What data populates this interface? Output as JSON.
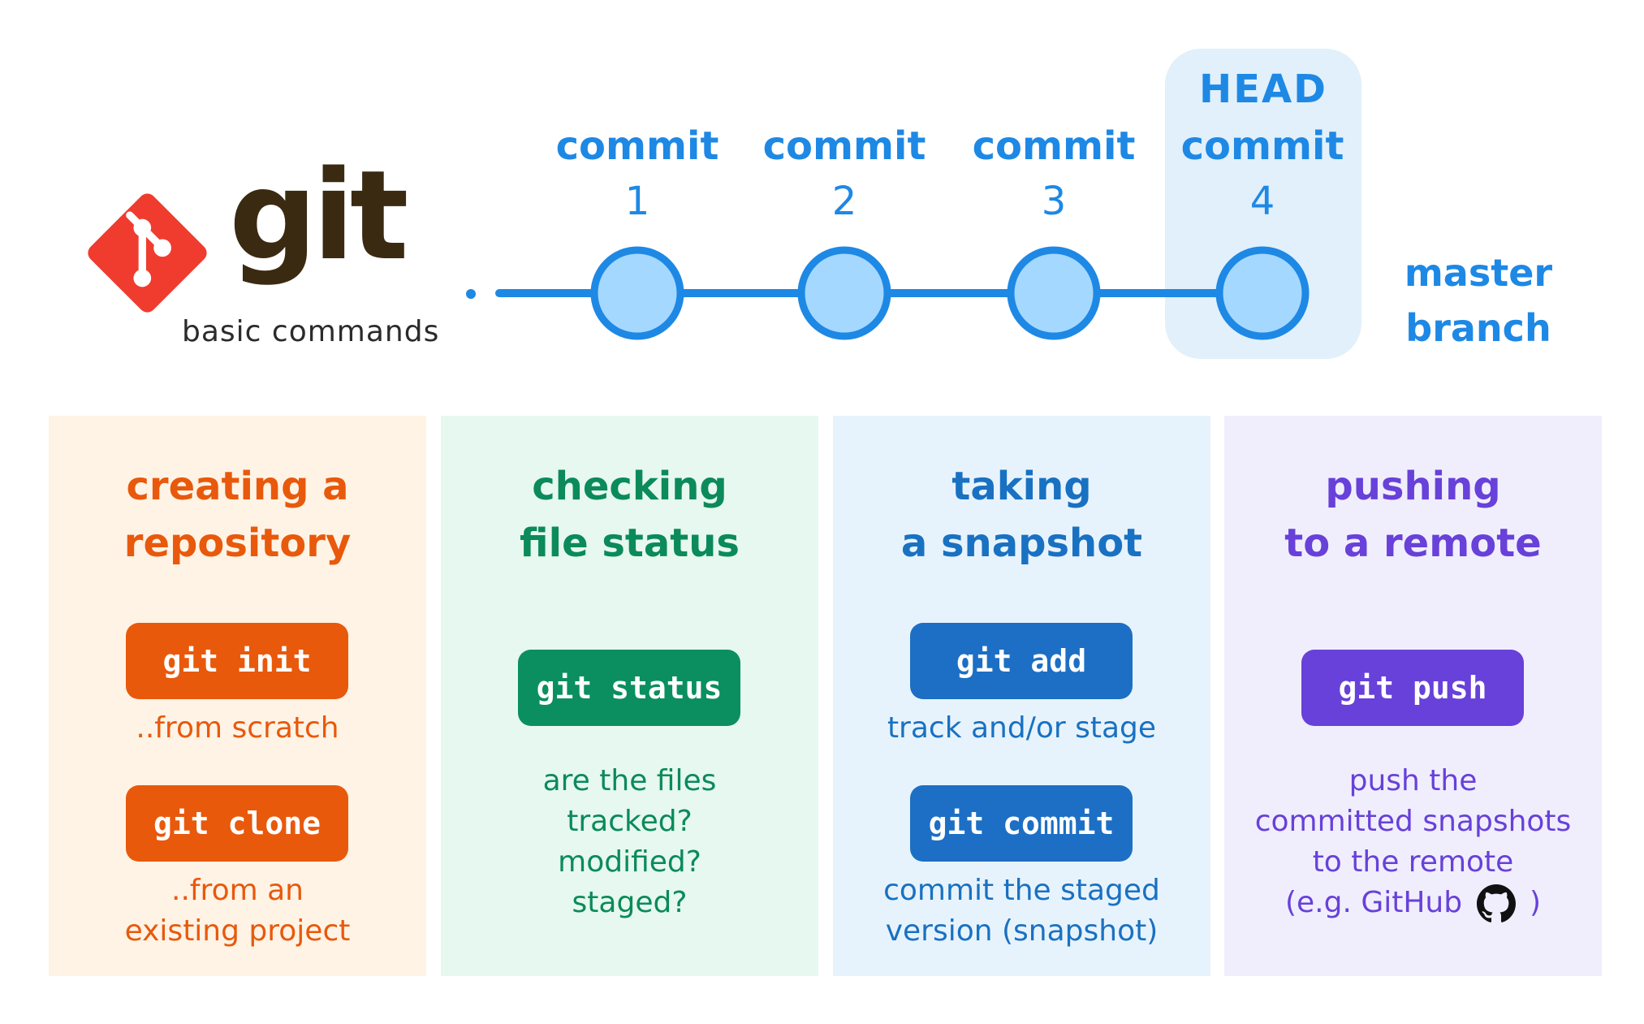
{
  "header": {
    "logo_text": "git",
    "subtitle": "basic commands"
  },
  "timeline": {
    "commits": [
      {
        "label": "commit",
        "number": "1"
      },
      {
        "label": "commit",
        "number": "2"
      },
      {
        "label": "commit",
        "number": "3"
      },
      {
        "label": "commit",
        "number": "4"
      }
    ],
    "head_label": "HEAD",
    "branch_line1": "master",
    "branch_line2": "branch"
  },
  "panels": [
    {
      "title_line1": "creating a",
      "title_line2": "repository",
      "commands": [
        {
          "cmd": "git init",
          "note_lines": [
            "..from scratch"
          ]
        },
        {
          "cmd": "git clone",
          "note_lines": [
            "..from an",
            "existing project"
          ]
        }
      ]
    },
    {
      "title_line1": "checking",
      "title_line2": "file status",
      "commands": [
        {
          "cmd": "git status",
          "note_lines": [
            "are the files",
            "tracked?",
            "modified?",
            "staged?"
          ]
        }
      ]
    },
    {
      "title_line1": "taking",
      "title_line2": "a snapshot",
      "commands": [
        {
          "cmd": "git add",
          "note_lines": [
            "track and/or stage"
          ]
        },
        {
          "cmd": "git commit",
          "note_lines": [
            "commit the staged",
            "version (snapshot)"
          ]
        }
      ]
    },
    {
      "title_line1": "pushing",
      "title_line2": "to a remote",
      "commands": [
        {
          "cmd": "git push",
          "note_lines": [
            "push the",
            "committed snapshots",
            "to the remote"
          ]
        }
      ],
      "github_note_prefix": "(e.g. GitHub",
      "github_note_suffix": ")"
    }
  ],
  "colors": {
    "timeline_blue": "#1e88e5",
    "node_fill": "#a5d8ff",
    "head_box": "#e1f0fb",
    "orange": "#e8590c",
    "green": "#0b8f60",
    "blue": "#1c6fc4",
    "violet": "#6741d9",
    "git_logo_red": "#f03c2e"
  },
  "icons": [
    "git-logo-icon",
    "github-icon"
  ]
}
